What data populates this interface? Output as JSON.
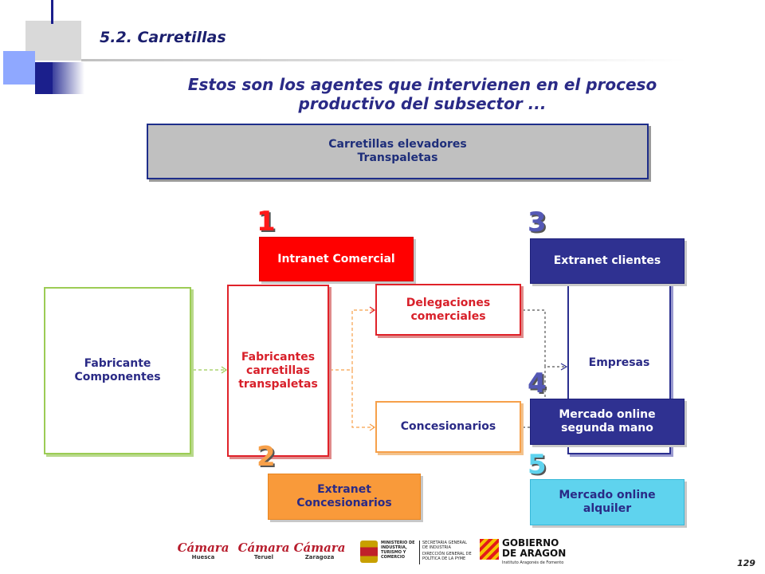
{
  "header": {
    "section_title": "5.2. Carretillas",
    "main_title_line1": "Estos son los agentes que intervienen en el proceso",
    "main_title_line2": "productivo del subsector ..."
  },
  "products": {
    "line1": "Carretillas elevadores",
    "line2": "Transpaletas"
  },
  "nodes": {
    "fabricante_componentes": {
      "line1": "Fabricante",
      "line2": "Componentes"
    },
    "fabricantes_carretillas": {
      "line1": "Fabricantes",
      "line2": "carretillas",
      "line3": "transpaletas"
    },
    "intranet_comercial": "Intranet Comercial",
    "delegaciones": {
      "line1": "Delegaciones",
      "line2": "comerciales"
    },
    "concesionarios": "Concesionarios",
    "extranet_concesionarios": {
      "line1": "Extranet",
      "line2": "Concesionarios"
    },
    "extranet_clientes": "Extranet clientes",
    "empresas": "Empresas",
    "mercado_segunda": {
      "line1": "Mercado online",
      "line2": "segunda mano"
    },
    "mercado_alquiler": {
      "line1": "Mercado online",
      "line2": "alquiler"
    }
  },
  "numbers": {
    "n1": "1",
    "n2": "2",
    "n3": "3",
    "n4": "4",
    "n5": "5"
  },
  "footer": {
    "camara1": "Cámara",
    "camara1_sub": "Huesca",
    "camara2": "Cámara",
    "camara2_sub": "Teruel",
    "camara3": "Cámara",
    "camara3_sub": "Zaragoza",
    "ministerio": "MINISTERIO DE INDUSTRIA, TURISMO Y COMERCIO",
    "secretaria": "SECRETARIA GENERAL DE INDUSTRIA",
    "direccion": "DIRECCIÓN GENERAL DE POLÍTICA DE LA PYME",
    "gobierno1": "GOBIERNO",
    "gobierno2": "DE ARAGON",
    "gobierno_sub": "Instituto Aragonés de Fomento",
    "page_number": "129"
  },
  "colors": {
    "navy": "#2f3191",
    "red": "#ff0000",
    "orange": "#f99a3a",
    "cyan": "#5fd3ee",
    "green": "#9ccc55",
    "gray": "#c0c0c0"
  }
}
